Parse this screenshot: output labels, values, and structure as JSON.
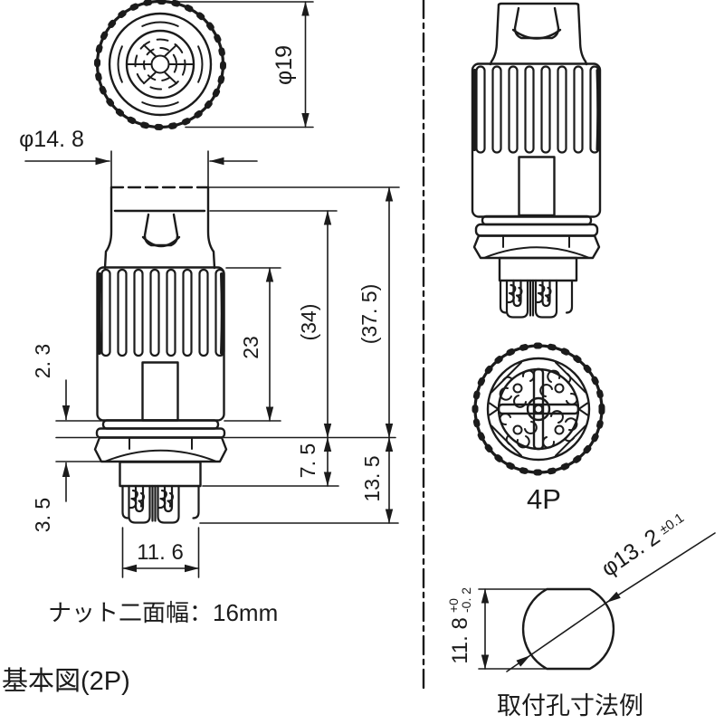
{
  "colors": {
    "background": "#ffffff",
    "line": "#1b1b1b"
  },
  "front_view": {
    "caption": "基本図(2P)",
    "nut_note": "ナット二面幅：16mm",
    "dims": {
      "body_diameter": "φ14. 8",
      "ring_diameter": "φ19",
      "washer_thickness": "2. 3",
      "nut_height": "3. 5",
      "grip_length": "23",
      "ref_34": "(34)",
      "ref_37_5": "(37. 5)",
      "mount_length": "7. 5",
      "pin_length": "13. 5",
      "pin_width": "11. 6"
    }
  },
  "side_view": {
    "caption": "4P"
  },
  "mounting_hole": {
    "caption": "取付孔寸法例",
    "hole_diameter": "φ13. 2",
    "hole_diameter_tolerance": "±0.1",
    "width_across_flats": "11. 8",
    "flats_tolerance_upper": "+0",
    "flats_tolerance_lower": "-0. 2"
  }
}
